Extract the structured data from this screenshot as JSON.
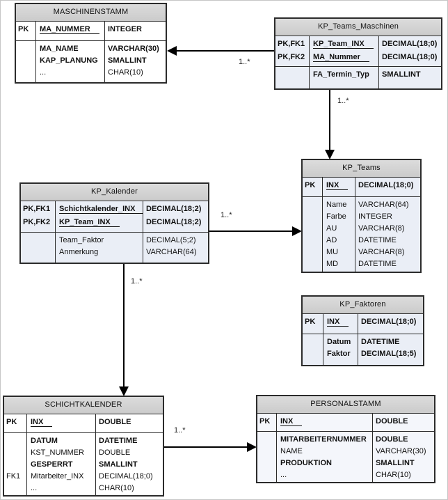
{
  "colors": {
    "header_bg": "#d3d3d3",
    "table_border": "#2b2b2b",
    "kp_body_bg": "#eaeef6",
    "plain_body_bg": "#ffffff",
    "connector": "#000000"
  },
  "tables": [
    {
      "id": "maschinenstamm",
      "title": "MASCHINENSTAMM",
      "body_bg": "#ffffff",
      "pk_rows": [
        {
          "key": "PK",
          "name": "MA_NUMMER",
          "type": "INTEGER",
          "bold": true,
          "underline": true
        }
      ],
      "rows": [
        {
          "key": "",
          "name": "MA_NAME",
          "type": "VARCHAR(30)",
          "bold": true
        },
        {
          "key": "",
          "name": "KAP_PLANUNG",
          "type": "SMALLINT",
          "bold": true
        },
        {
          "key": "",
          "name": "...",
          "type": "CHAR(10)",
          "bold": false
        }
      ]
    },
    {
      "id": "kp_teams_maschinen",
      "title": "KP_Teams_Maschinen",
      "body_bg": "#eaeef6",
      "pk_rows": [
        {
          "key": "PK,FK1",
          "name": "KP_Team_INX",
          "type": "DECIMAL(18;0)",
          "bold": true,
          "underline": true
        },
        {
          "key": "PK,FK2",
          "name": "MA_Nummer",
          "type": "DECIMAL(18;0)",
          "bold": true,
          "underline": true
        }
      ],
      "rows": [
        {
          "key": "",
          "name": "FA_Termin_Typ",
          "type": "SMALLINT",
          "bold": true
        }
      ]
    },
    {
      "id": "kp_teams",
      "title": "KP_Teams",
      "body_bg": "#eaeef6",
      "pk_rows": [
        {
          "key": "PK",
          "name": "INX",
          "type": "DECIMAL(18;0)",
          "bold": true,
          "underline": true
        }
      ],
      "rows": [
        {
          "key": "",
          "name": "Name",
          "type": "VARCHAR(64)",
          "bold": false
        },
        {
          "key": "",
          "name": "Farbe",
          "type": "INTEGER",
          "bold": false
        },
        {
          "key": "",
          "name": "AU",
          "type": "VARCHAR(8)",
          "bold": false
        },
        {
          "key": "",
          "name": "AD",
          "type": "DATETIME",
          "bold": false
        },
        {
          "key": "",
          "name": "MU",
          "type": "VARCHAR(8)",
          "bold": false
        },
        {
          "key": "",
          "name": "MD",
          "type": "DATETIME",
          "bold": false
        }
      ]
    },
    {
      "id": "kp_kalender",
      "title": "KP_Kalender",
      "body_bg": "#eaeef6",
      "pk_rows": [
        {
          "key": "PK,FK1",
          "name": "Schichtkalender_INX",
          "type": "DECIMAL(18;2)",
          "bold": true,
          "underline": true
        },
        {
          "key": "PK,FK2",
          "name": "KP_Team_INX",
          "type": "DECIMAL(18;2)",
          "bold": true,
          "underline": true
        }
      ],
      "rows": [
        {
          "key": "",
          "name": "Team_Faktor",
          "type": "DECIMAL(5;2)",
          "bold": false
        },
        {
          "key": "",
          "name": "Anmerkung",
          "type": "VARCHAR(64)",
          "bold": false
        }
      ]
    },
    {
      "id": "kp_faktoren",
      "title": "KP_Faktoren",
      "body_bg": "#eaeef6",
      "pk_rows": [
        {
          "key": "PK",
          "name": "INX",
          "type": "DECIMAL(18;0)",
          "bold": true,
          "underline": true
        }
      ],
      "rows": [
        {
          "key": "",
          "name": "Datum",
          "type": "DATETIME",
          "bold": true
        },
        {
          "key": "",
          "name": "Faktor",
          "type": "DECIMAL(18;5)",
          "bold": true
        }
      ]
    },
    {
      "id": "schichtkalender",
      "title": "SCHICHTKALENDER",
      "body_bg": "#ffffff",
      "pk_rows": [
        {
          "key": "PK",
          "name": "INX",
          "type": "DOUBLE",
          "bold": true,
          "underline": true
        }
      ],
      "rows": [
        {
          "key": "",
          "name": "DATUM",
          "type": "DATETIME",
          "bold": true
        },
        {
          "key": "",
          "name": "KST_NUMMER",
          "type": "DOUBLE",
          "bold": false
        },
        {
          "key": "",
          "name": "GESPERRT",
          "type": "SMALLINT",
          "bold": true
        },
        {
          "key": "FK1",
          "name": "Mitarbeiter_INX",
          "type": "DECIMAL(18;0)",
          "bold": false
        },
        {
          "key": "",
          "name": "...",
          "type": "CHAR(10)",
          "bold": false
        }
      ]
    },
    {
      "id": "personalstamm",
      "title": "PERSONALSTAMM",
      "body_bg": "#f4f6fb",
      "pk_rows": [
        {
          "key": "PK",
          "name": "INX",
          "type": "DOUBLE",
          "bold": true,
          "underline": true
        }
      ],
      "rows": [
        {
          "key": "",
          "name": "MITARBEITERNUMMER",
          "type": "DOUBLE",
          "bold": true
        },
        {
          "key": "",
          "name": "NAME",
          "type": "VARCHAR(30)",
          "bold": false
        },
        {
          "key": "",
          "name": "PRODUKTION",
          "type": "SMALLINT",
          "bold": true
        },
        {
          "key": "",
          "name": "...",
          "type": "CHAR(10)",
          "bold": false
        }
      ]
    }
  ],
  "connectors": [
    {
      "from": "KP_Teams_Maschinen",
      "to": "MASCHINENSTAMM",
      "label": "1..*"
    },
    {
      "from": "KP_Teams_Maschinen",
      "to": "KP_Teams",
      "label": "1..*"
    },
    {
      "from": "KP_Kalender",
      "to": "KP_Teams",
      "label": "1..*"
    },
    {
      "from": "KP_Kalender",
      "to": "SCHICHTKALENDER",
      "label": "1..*"
    },
    {
      "from": "SCHICHTKALENDER",
      "to": "PERSONALSTAMM",
      "label": "1..*"
    }
  ]
}
